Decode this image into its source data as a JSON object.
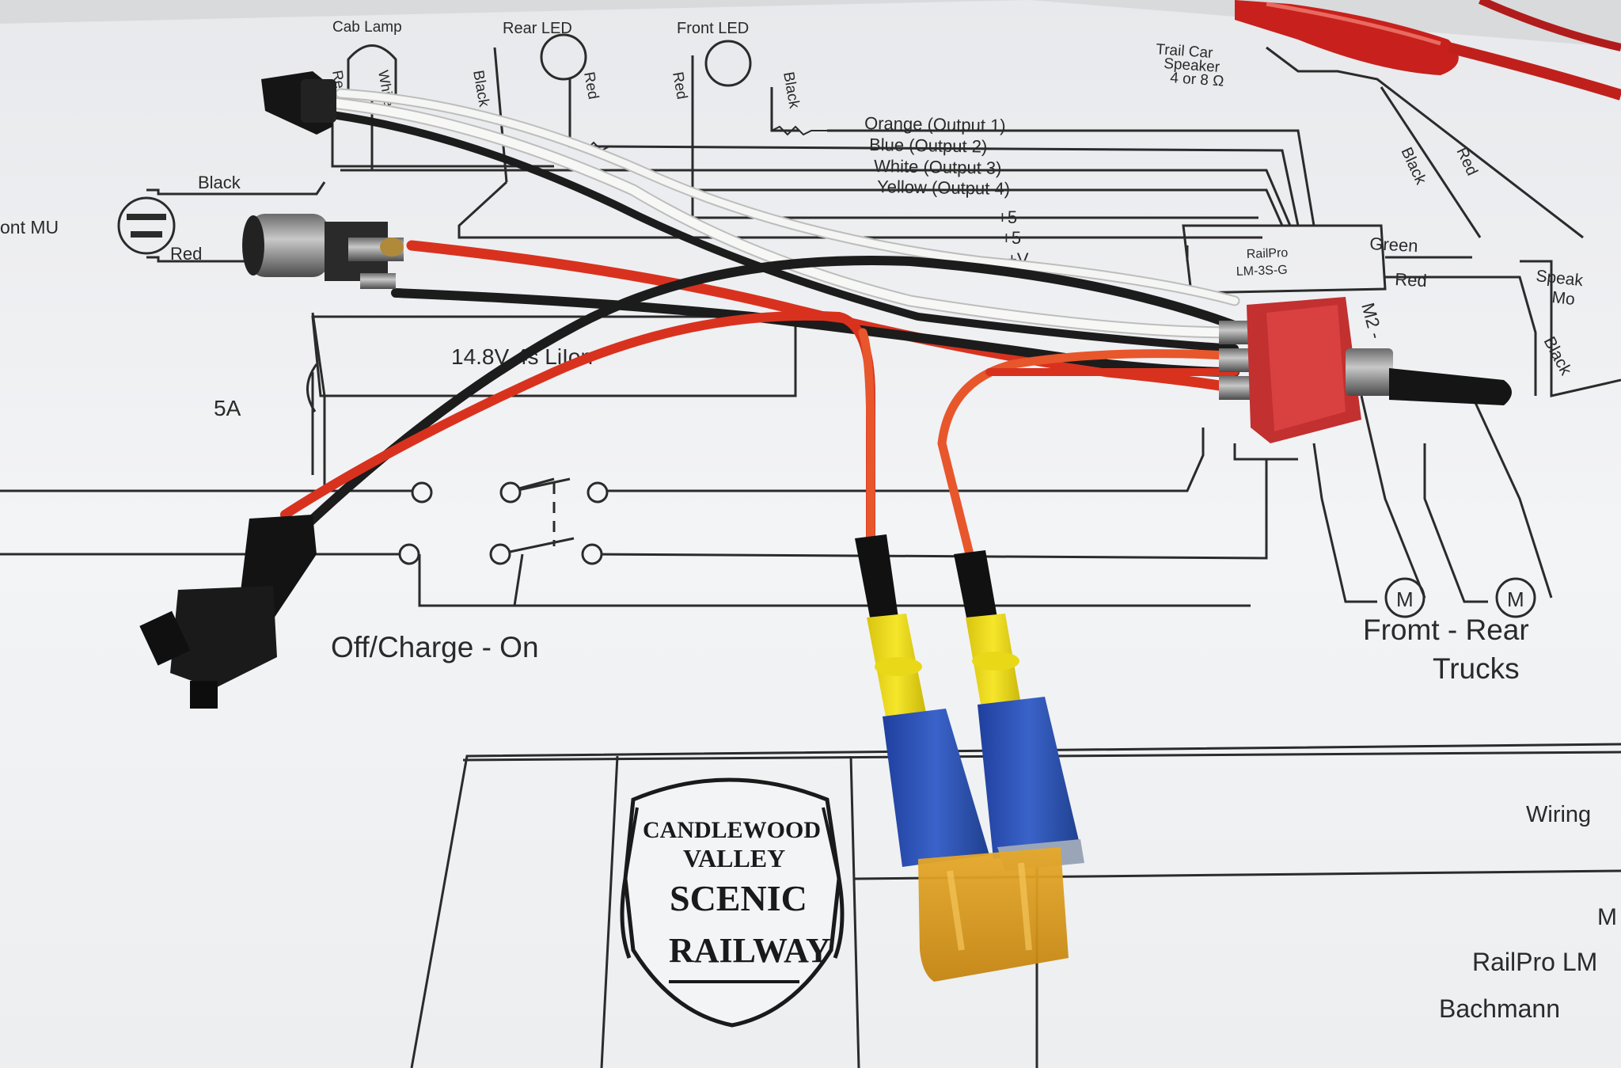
{
  "schematic": {
    "top_labels": {
      "cab_lamp": "Cab Lamp",
      "rear_led": "Rear LED",
      "front_led": "Front LED",
      "trail_car_speaker_1": "Trail Car",
      "trail_car_speaker_2": "Speaker",
      "trail_car_speaker_3": "4 or 8 Ω"
    },
    "wire_labels": {
      "white": "White",
      "red_a": "Red",
      "black_a": "Black",
      "red_b": "Red",
      "red_c": "Red",
      "black_b": "Black"
    },
    "outputs": {
      "orange": "Orange  (Output 1)",
      "blue": "Blue     (Output 2)",
      "white": "White    (Output 3)",
      "yellow": "Yellow   (Output 4)"
    },
    "power_labels": {
      "plus5_a": "+5",
      "plus5_b": "+5",
      "plus_v": "+V"
    },
    "front_mu": {
      "label": "ont MU",
      "black": "Black",
      "red": "Red"
    },
    "battery_label": "14.8V 4s LiIon",
    "fuse_label": "5A",
    "switch_label": "Off/Charge - On",
    "decoder": {
      "line1": "RailPro",
      "line2": "LM-3S-G"
    },
    "decoder_wires": {
      "green": "Green",
      "red": "Red",
      "m2": "M2 -",
      "speaker": "Speak",
      "speaker2": "Mo",
      "black_rot": "Black",
      "red_rot": "Red",
      "black_rot2": "Black"
    },
    "trucks": {
      "motor_symbol": "M",
      "line1": "Fromt - Rear",
      "line2": "Trucks"
    },
    "title_block": {
      "wiring": "Wiring",
      "m": "M",
      "railpro": "RailPro LM",
      "bachmann": "Bachmann"
    },
    "logo": {
      "line1": "CANDLEWOOD",
      "line2": "VALLEY",
      "line3": "SCENIC",
      "line4": "RAILWAY"
    }
  },
  "colors": {
    "paper": "#f1f2f4",
    "ink": "#2a2a2a",
    "wire_red": "#d8321f",
    "wire_orange": "#e8562c",
    "wire_black": "#1c1c1c",
    "wire_white": "#f4f4f2",
    "connector_yellow": "#f2e01c",
    "connector_blue": "#2f52b8",
    "fuse_amber": "#d99b1f",
    "toggle_red": "#c23030"
  }
}
